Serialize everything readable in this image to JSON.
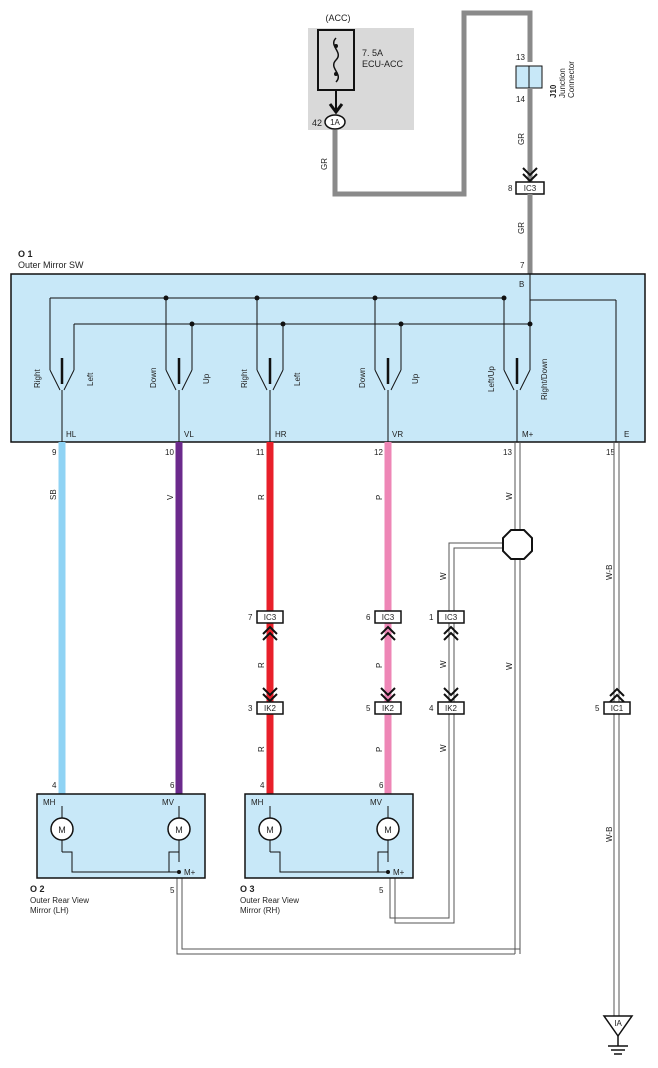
{
  "fuse": {
    "supply": "(ACC)",
    "rating": "7. 5A",
    "name": "ECU-ACC",
    "pin": "42",
    "connector": "1A"
  },
  "junction": {
    "id": "J10",
    "desc": "Junction",
    "desc2": "Connector",
    "pin_in": "13",
    "pin_out": "14"
  },
  "switch": {
    "id": "O 1",
    "name": "Outer Mirror SW",
    "pin_b_num": "7",
    "pin_b_label": "B",
    "contacts": [
      "Right",
      "Left",
      "Down",
      "Up",
      "Right",
      "Left",
      "Down",
      "Up",
      "Left/Up",
      "Right/Down"
    ],
    "terminals": [
      {
        "num": "9",
        "label": "HL"
      },
      {
        "num": "10",
        "label": "VL"
      },
      {
        "num": "11",
        "label": "HR"
      },
      {
        "num": "12",
        "label": "VR"
      },
      {
        "num": "13",
        "label": "M+"
      },
      {
        "num": "15",
        "label": "E"
      }
    ]
  },
  "wire_colors": {
    "gr": "GR",
    "sb": "SB",
    "v": "V",
    "r": "R",
    "p": "P",
    "w": "W",
    "wb": "W-B"
  },
  "connectors": {
    "ic3_top": {
      "pin": "8",
      "name": "IC3"
    },
    "ic3_r": {
      "pin": "7",
      "name": "IC3"
    },
    "ic3_p": {
      "pin": "6",
      "name": "IC3"
    },
    "ic3_w": {
      "pin": "1",
      "name": "IC3"
    },
    "ik2_r": {
      "pin": "3",
      "name": "IK2"
    },
    "ik2_p": {
      "pin": "5",
      "name": "IK2"
    },
    "ik2_w": {
      "pin": "4",
      "name": "IK2"
    },
    "ic1": {
      "pin": "5",
      "name": "IC1"
    }
  },
  "mirror_lh": {
    "id": "O 2",
    "name1": "Outer Rear View",
    "name2": "Mirror (LH)",
    "mh": "MH",
    "mv": "MV",
    "mplus": "M+",
    "motor": "M",
    "pin_mh": "4",
    "pin_mv": "6",
    "pin_mplus": "5"
  },
  "mirror_rh": {
    "id": "O 3",
    "name1": "Outer Rear View",
    "name2": "Mirror (RH)",
    "mh": "MH",
    "mv": "MV",
    "mplus": "M+",
    "motor": "M",
    "pin_mh": "4",
    "pin_mv": "6",
    "pin_mplus": "5"
  },
  "ground": {
    "label": "IA"
  },
  "colors": {
    "gray_wire": "#8a8a8a",
    "sb": "#8fd3f4",
    "v": "#6b2a8c",
    "r": "#e8202a",
    "p": "#ee86b6",
    "box_fill": "#c8e8f8",
    "fuse_bg": "#d9d9d9"
  }
}
